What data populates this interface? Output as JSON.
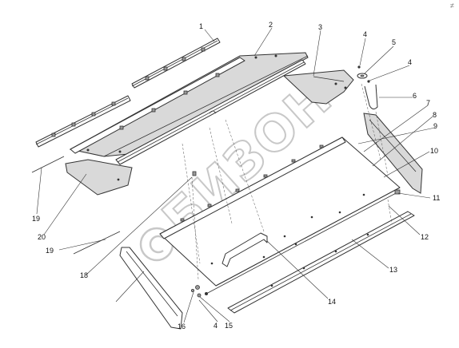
{
  "watermark": {
    "text": "БИЗОН"
  },
  "corner_mark": "≠",
  "callouts": {
    "c1": "1",
    "c2": "2",
    "c3": "3",
    "c4a": "4",
    "c5": "5",
    "c4b": "4",
    "c6": "6",
    "c7": "7",
    "c8": "8",
    "c9": "9",
    "c10": "10",
    "c11": "11",
    "c12": "12",
    "c13": "13",
    "c14": "14",
    "c15": "15",
    "c4c": "4",
    "c16": "16",
    "c18": "18",
    "c19a": "19",
    "c19b": "19",
    "c20": "20"
  },
  "colors": {
    "line": "#333333",
    "watermark": "#c8c8c8",
    "background": "#ffffff"
  }
}
